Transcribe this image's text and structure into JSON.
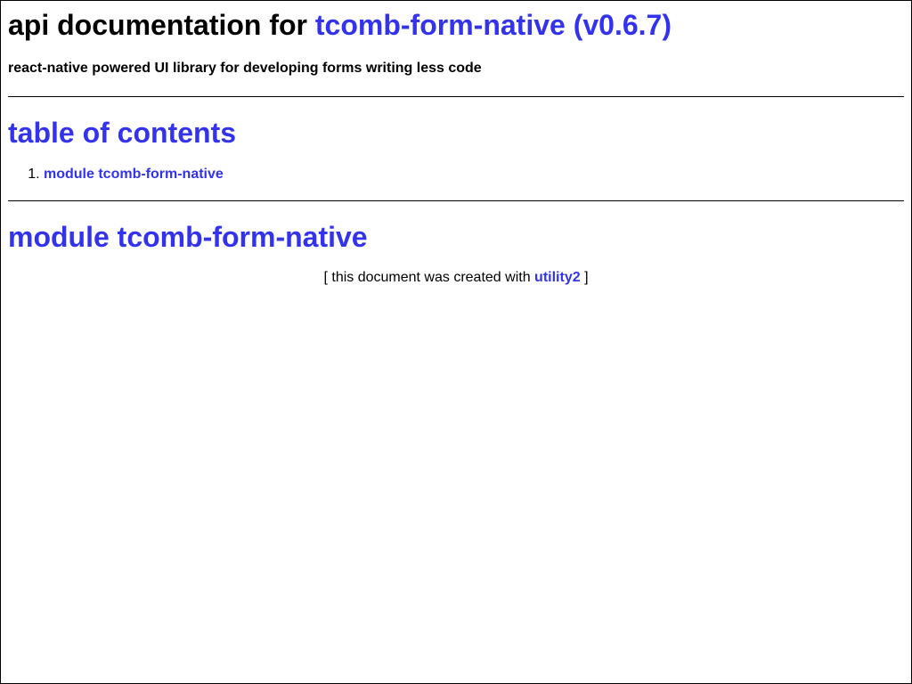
{
  "header": {
    "title_prefix": "api documentation for",
    "title_link": "tcomb-form-native (v0.6.7)",
    "subtitle": "react-native powered UI library for developing forms writing less code"
  },
  "toc": {
    "heading": "table of contents",
    "items": [
      {
        "number": "1.",
        "label": "module tcomb-form-native"
      }
    ]
  },
  "module": {
    "heading": "module tcomb-form-native"
  },
  "footer": {
    "open_bracket": "[",
    "text": "this document was created with",
    "link": "utility2",
    "close_bracket": "]"
  },
  "colors": {
    "link": "#3333ee",
    "text": "#000000",
    "background": "#ffffff"
  }
}
